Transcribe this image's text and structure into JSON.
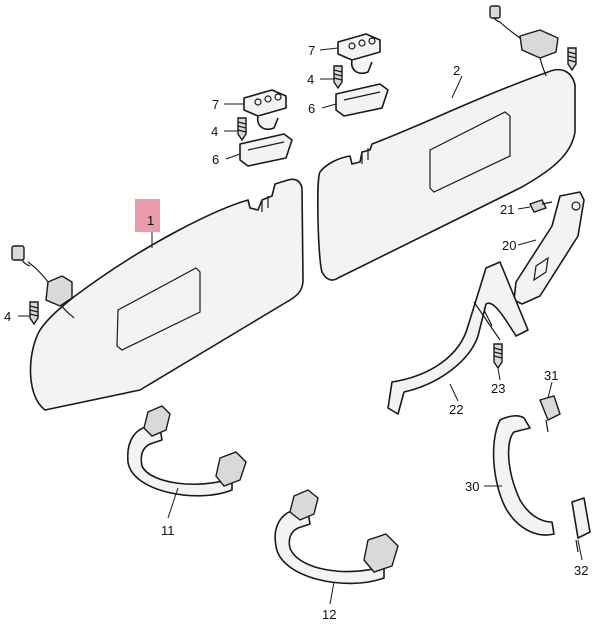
{
  "callouts": {
    "c1": "1",
    "c2": "2",
    "c4a": "4",
    "c4b": "4",
    "c4c": "4",
    "c6a": "6",
    "c6b": "6",
    "c7a": "7",
    "c7b": "7",
    "c11": "11",
    "c12": "12",
    "c20": "20",
    "c21": "21",
    "c22": "22",
    "c23": "23",
    "c30": "30",
    "c31": "31",
    "c32": "32"
  },
  "colors": {
    "highlight": "#e58a9a",
    "line": "#1a1a1a",
    "part_fill": "#f3f3f3"
  }
}
